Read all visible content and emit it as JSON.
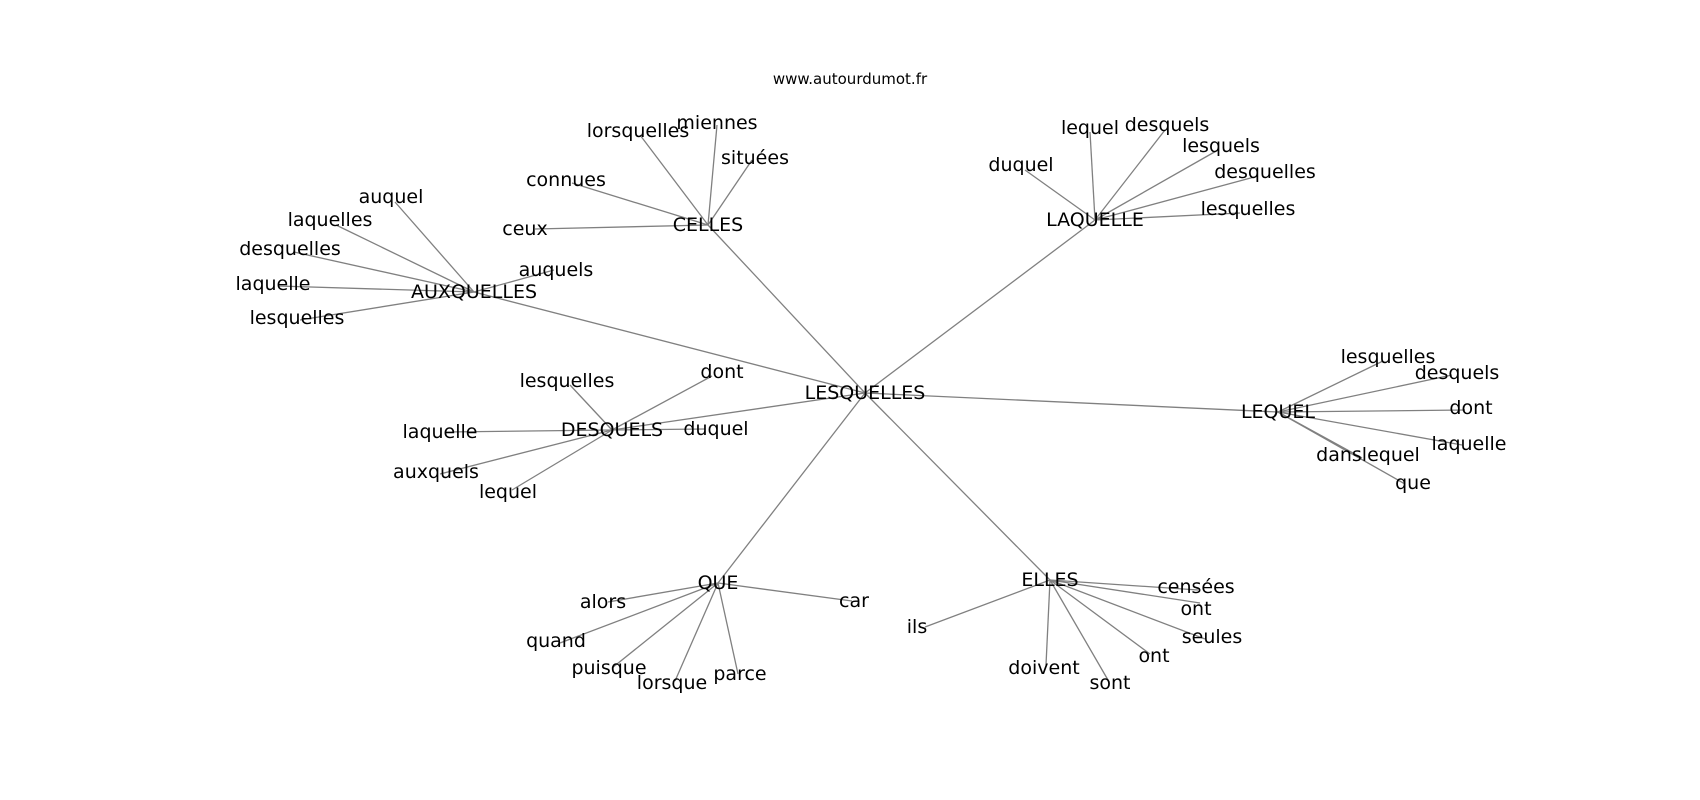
{
  "site": "www.autourdumot.fr",
  "center": "LESQUELLES",
  "clusters": [
    {
      "id": "celles",
      "label": "CELLES",
      "leaves": [
        "lorsquelles",
        "miennes",
        "situées",
        "connues",
        "ceux"
      ]
    },
    {
      "id": "laquelle",
      "label": "LAQUELLE",
      "leaves": [
        "lequel",
        "desquels",
        "lesquels",
        "desquelles",
        "duquel",
        "lesquelles"
      ]
    },
    {
      "id": "auxquelles",
      "label": "AUXQUELLES",
      "leaves": [
        "auquel",
        "laquelles",
        "desquelles",
        "laquelle",
        "lesquelles",
        "auquels"
      ]
    },
    {
      "id": "desquels",
      "label": "DESQUELS",
      "leaves": [
        "lesquelles",
        "dont",
        "laquelle",
        "duquel",
        "auxquels",
        "lequel"
      ]
    },
    {
      "id": "lequel",
      "label": "LEQUEL",
      "leaves": [
        "lesquelles",
        "desquels",
        "dont",
        "laquelle",
        "danslequel",
        "que"
      ]
    },
    {
      "id": "que",
      "label": "QUE",
      "leaves": [
        "alors",
        "car",
        "quand",
        "puisque",
        "lorsque",
        "parce"
      ]
    },
    {
      "id": "elles",
      "label": "ELLES",
      "leaves": [
        "censées",
        "ont",
        "ils",
        "seules",
        "ont",
        "doivent",
        "sont"
      ]
    }
  ]
}
